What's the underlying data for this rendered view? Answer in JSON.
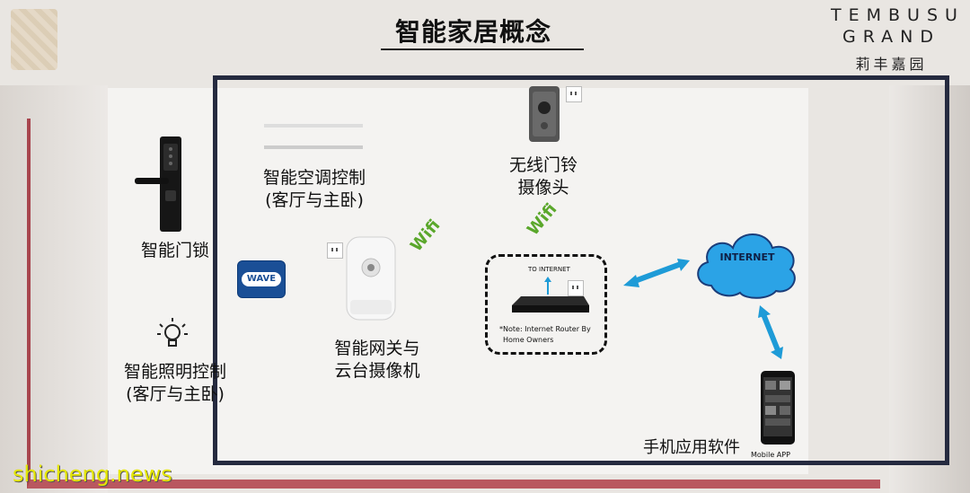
{
  "title": "智能家居概念",
  "brand": {
    "line1": "TEMBUSU",
    "line2": "GRAND",
    "cn": "莉丰嘉园"
  },
  "nodes": {
    "door_lock": "智能门锁",
    "aircon_l1": "智能空调控制",
    "aircon_l2": "(客厅与主卧)",
    "lighting_l1": "智能照明控制",
    "lighting_l2": "(客厅与主卧)",
    "gateway_l1": "智能网关与",
    "gateway_l2": "云台摄像机",
    "doorbell_l1": "无线门铃",
    "doorbell_l2": "摄像头",
    "internet": "INTERNET",
    "router_to_internet": "TO INTERNET",
    "router_note_l1": "*Note: Internet Router By",
    "router_note_l2": "Home Owners",
    "app_label": "手机应用软件",
    "mobile_app": "Mobile APP",
    "zwave": "WAVE",
    "wifi": "Wifi"
  },
  "watermark": "shicheng.news",
  "colors": {
    "frame_navy": "#252a3f",
    "frame_red": "#b9575f",
    "arrow_blue": "#1e9bd7",
    "wifi_green": "#5aa72b",
    "cloud": "#2ba3e6"
  }
}
